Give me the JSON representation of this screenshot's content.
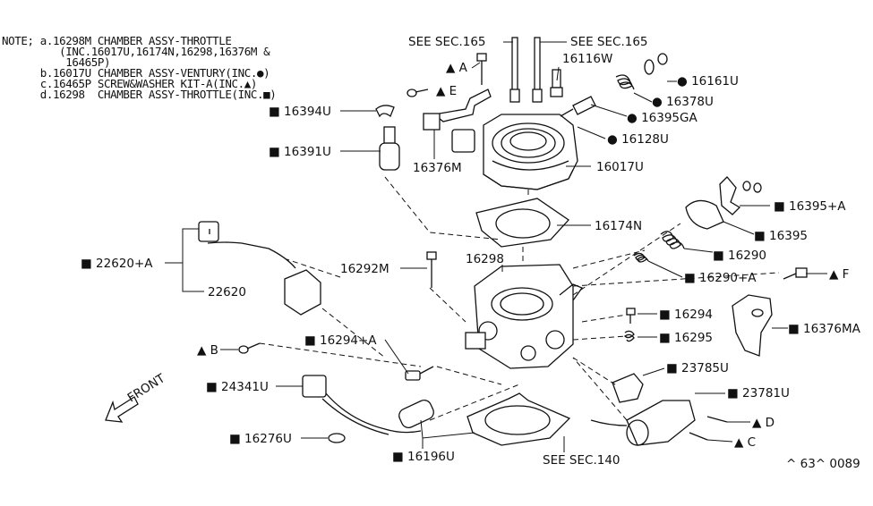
{
  "notes": [
    {
      "key": "a",
      "text": "NOTE; a.16298M CHAMBER ASSY-THROTTLE"
    },
    {
      "key": "a2",
      "text": "         (INC.16017U,16174N,16298,16376M &"
    },
    {
      "key": "a3",
      "text": "          16465P)"
    },
    {
      "key": "b",
      "text": "      b.16017U CHAMBER ASSY-VENTURY(INC.●)"
    },
    {
      "key": "c",
      "text": "      c.16465P SCREW&WASHER KIT-A(INC.▲)"
    },
    {
      "key": "d",
      "text": "      d.16298  CHAMBER ASSY-THROTTLE(INC.■)"
    }
  ],
  "labels": {
    "see_165_left": "SEE SEC.165",
    "see_165_right": "SEE SEC.165",
    "a_mark": "▲ A",
    "e_mark": "▲ E",
    "p16116W": "16116W",
    "p16161U": "● 16161U",
    "p16378U": "● 16378U",
    "p16395GA": "● 16395GA",
    "p16128U": "● 16128U",
    "p16394U": "■ 16394U",
    "p16391U": "■ 16391U",
    "p16376M": "16376M",
    "p16017U": "16017U",
    "p16395A": "■ 16395+A",
    "p16395": "■ 16395",
    "p16174N": "16174N",
    "p16290": "■ 16290",
    "p16290A": "■ 16290+A",
    "p22620A": "■ 22620+A",
    "p22620": "22620",
    "p16292M": "16292M",
    "p16298": "16298",
    "p16294": "■ 16294",
    "p16295": "■ 16295",
    "f_mark": "▲ F",
    "p16376MA": "■ 16376MA",
    "b_mark": "▲ B",
    "p16294A": "■ 16294+A",
    "p23785U": "■ 23785U",
    "front": "FRONT",
    "p24341U": "■ 24341U",
    "p23781U": "■ 23781U",
    "d_mark": "▲ D",
    "p16276U": "■ 16276U",
    "c_mark": "▲ C",
    "p16196U": "■ 16196U",
    "see_140": "SEE SEC.140",
    "code": "^ 63^ 0089"
  }
}
